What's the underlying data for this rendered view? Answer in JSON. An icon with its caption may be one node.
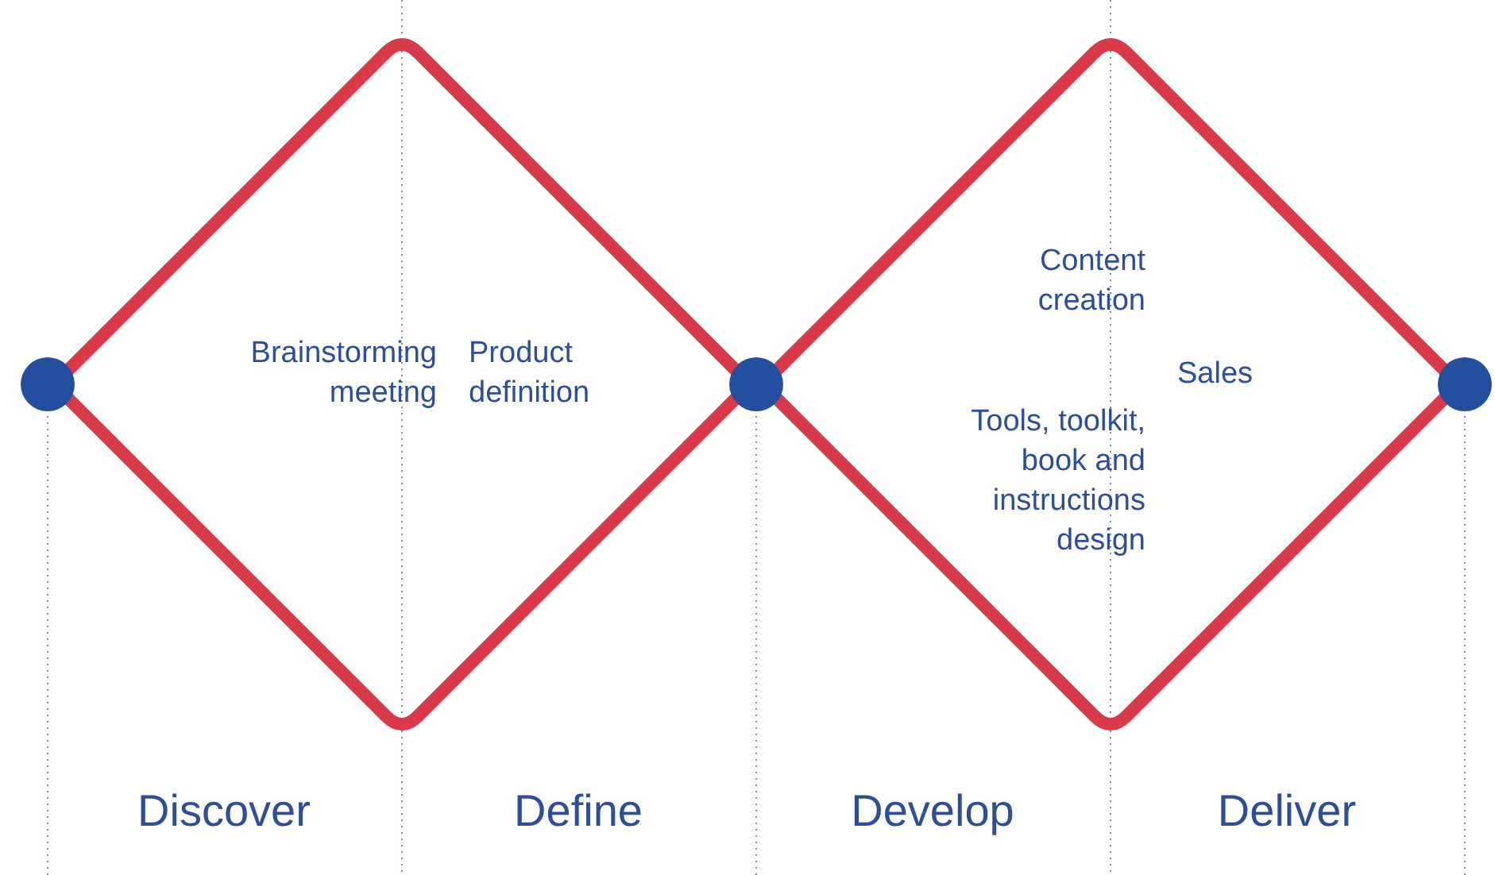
{
  "diagram": {
    "nodes": [
      {
        "text": [
          "Brainstorming meeting",
          "Product definition"
        ]
      },
      {
        "text": [
          "Content creation",
          "Tools, toolkit, book and instructions design",
          "Sales"
        ]
      },
      {
        "text": [],
        "shape": "circle"
      },
      {
        "text": [],
        "shape": "circle"
      },
      {
        "text": [],
        "shape": "circle"
      }
    ],
    "labels": [
      "Discover",
      "Define",
      "Develop",
      "Deliver"
    ]
  }
}
